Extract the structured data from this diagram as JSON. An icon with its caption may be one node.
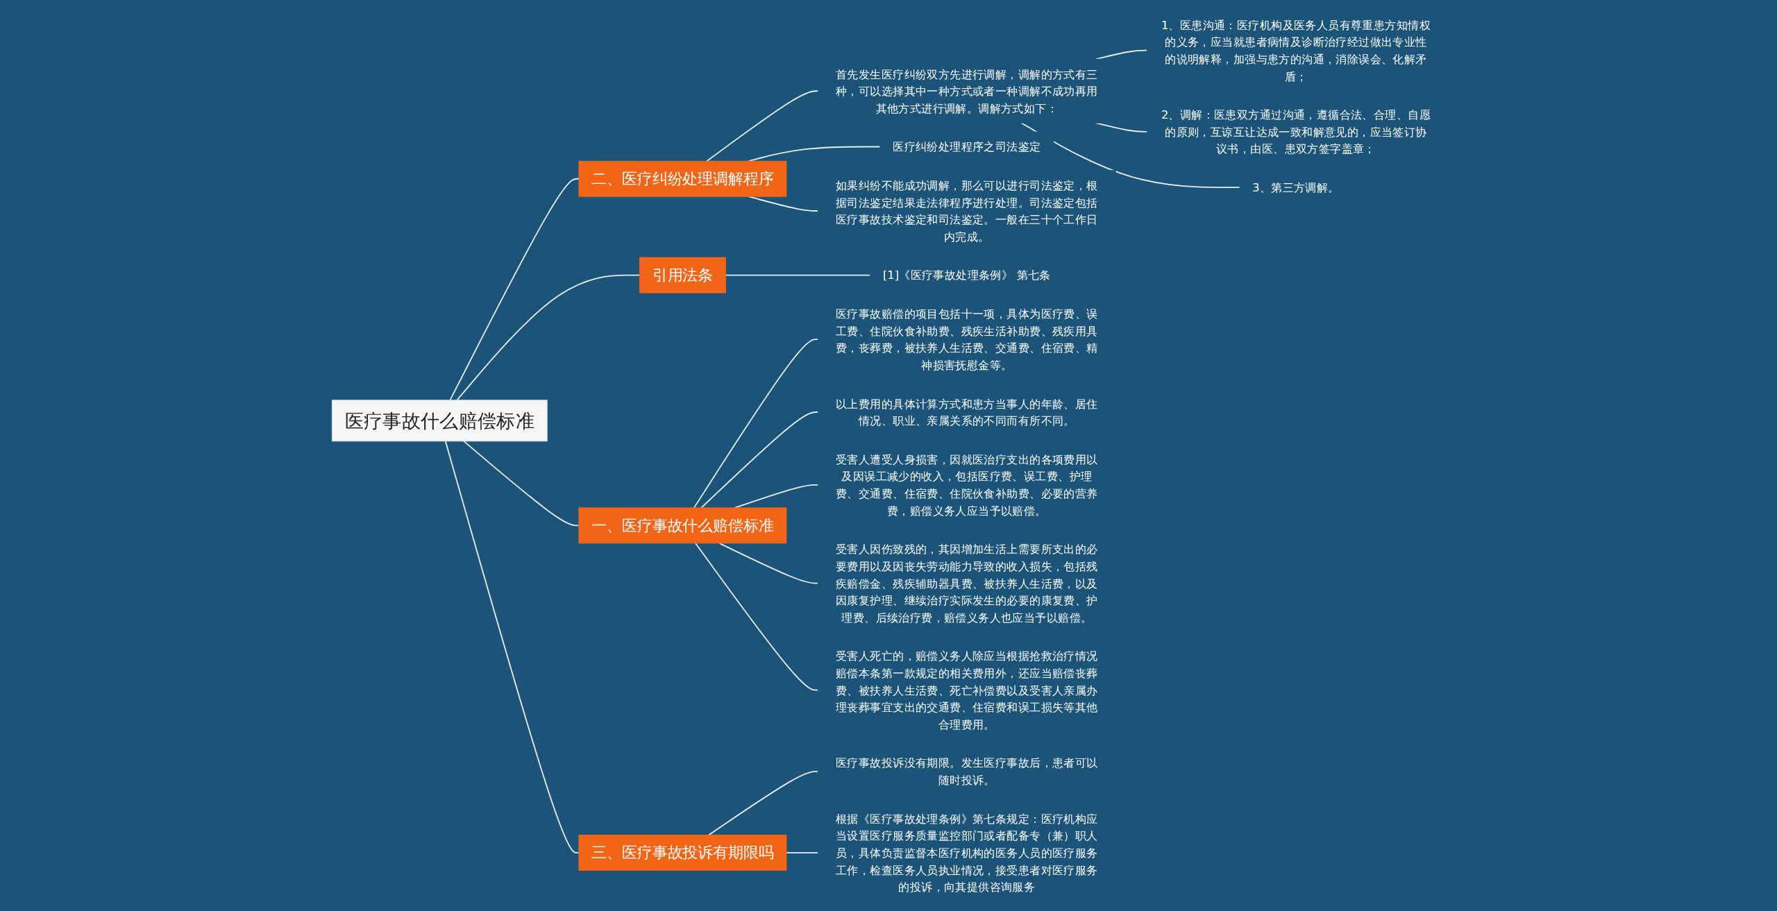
{
  "diagram": {
    "nodes": [
      {
        "text": [
          "医疗事故什么赔偿标准"
        ]
      },
      {
        "text": [
          "二、医疗纠纷处理调解程序"
        ]
      },
      {
        "text": [
          "首先发生医疗纠纷双方先进行调解，调解的方式有三种，可以选择其中一种方式或者一种调解不成功再用其他方式进行调解。调解方式如下："
        ]
      },
      {
        "text": [
          "1、医患沟通：医疗机构及医务人员有尊重患方知情权的义务，应当就患者病情及诊断治疗经过做出专业性的说明解释，加强与患方的沟通，消除误会、化解矛盾；"
        ]
      },
      {
        "text": [
          "2、调解：医患双方通过沟通，遵循合法、合理、自愿的原则，互谅互让达成一致和解意见的，应当签订协议书，由医、患双方签字盖章；"
        ]
      },
      {
        "text": [
          "3、第三方调解。"
        ]
      },
      {
        "text": [
          "医疗纠纷处理程序之司法鉴定"
        ]
      },
      {
        "text": [
          "如果纠纷不能成功调解，那么可以进行司法鉴定，根据司法鉴定结果走法律程序进行处理。司法鉴定包括医疗事故技术鉴定和司法鉴定。一般在三十个工作日内完成。"
        ]
      },
      {
        "text": [
          "引用法条"
        ]
      },
      {
        "text": [
          "[1]《医疗事故处理条例》 第七条"
        ]
      },
      {
        "text": [
          "一、医疗事故什么赔偿标准"
        ]
      },
      {
        "text": [
          "医疗事故赔偿的项目包括十一项，具体为医疗费、误工费、住院伙食补助费、残疾生活补助费、残疾用具费，丧葬费，被扶养人生活费、交通费、住宿费、精神损害抚慰金等。"
        ]
      },
      {
        "text": [
          "以上费用的具体计算方式和患方当事人的年龄、居住情况、职业、亲属关系的不同而有所不同。"
        ]
      },
      {
        "text": [
          "受害人遭受人身损害，因就医治疗支出的各项费用以及因误工减少的收入，包括医疗费、误工费、护理费、交通费、住宿费、住院伙食补助费、必要的营养费，赔偿义务人应当予以赔偿。"
        ]
      },
      {
        "text": [
          "受害人因伤致残的，其因增加生活上需要所支出的必要费用以及因丧失劳动能力导致的收入损失，包括残疾赔偿金、残疾辅助器具费、被扶养人生活费，以及因康复护理、继续治疗实际发生的必要的康复费、护理费、后续治疗费，赔偿义务人也应当予以赔偿。"
        ]
      },
      {
        "text": [
          "受害人死亡的，赔偿义务人除应当根据抢救治疗情况赔偿本条第一款规定的相关费用外，还应当赔偿丧葬费、被扶养人生活费、死亡补偿费以及受害人亲属办理丧葬事宜支出的交通费、住宿费和误工损失等其他合理费用。"
        ]
      },
      {
        "text": [
          "三、医疗事故投诉有期限吗"
        ]
      },
      {
        "text": [
          "医疗事故投诉没有期限。发生医疗事故后，患者可以随时投诉。"
        ]
      },
      {
        "text": [
          "根据《医疗事故处理条例》第七条规定：医疗机构应当设置医疗服务质量监控部门或者配备专（兼）职人员，具体负责监督本医疗机构的医务人员的医疗服务工作，检查医务人员执业情况，接受患者对医疗服务的投诉，向其提供咨询服务"
        ]
      }
    ],
    "edges": [
      {
        "from": 0,
        "to": 1,
        "arrow": "none"
      },
      {
        "from": 1,
        "to": 2,
        "arrow": "none"
      },
      {
        "from": 2,
        "to": 3,
        "arrow": "none"
      },
      {
        "from": 2,
        "to": 4,
        "arrow": "none"
      },
      {
        "from": 2,
        "to": 5,
        "arrow": "none"
      },
      {
        "from": 1,
        "to": 6,
        "arrow": "none"
      },
      {
        "from": 1,
        "to": 7,
        "arrow": "none"
      },
      {
        "from": 0,
        "to": 8,
        "arrow": "none"
      },
      {
        "from": 8,
        "to": 9,
        "arrow": "none"
      },
      {
        "from": 0,
        "to": 10,
        "arrow": "none"
      },
      {
        "from": 10,
        "to": 11,
        "arrow": "none"
      },
      {
        "from": 10,
        "to": 12,
        "arrow": "none"
      },
      {
        "from": 10,
        "to": 13,
        "arrow": "none"
      },
      {
        "from": 10,
        "to": 14,
        "arrow": "none"
      },
      {
        "from": 10,
        "to": 15,
        "arrow": "none"
      },
      {
        "from": 0,
        "to": 16,
        "arrow": "none"
      },
      {
        "from": 16,
        "to": 17,
        "arrow": "none"
      },
      {
        "from": 16,
        "to": 18,
        "arrow": "none"
      }
    ]
  }
}
